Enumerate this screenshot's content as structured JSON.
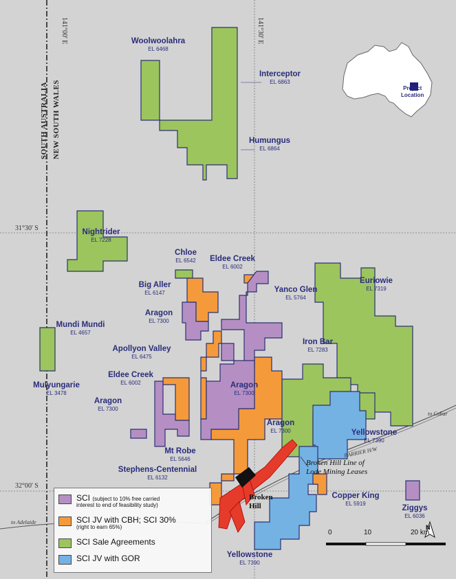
{
  "tenements": {
    "woolwoolahra": {
      "name": "Woolwoolahra",
      "el": "EL 6468"
    },
    "interceptor": {
      "name": "Interceptor",
      "el": "EL 6863"
    },
    "humungus": {
      "name": "Humungus",
      "el": "EL 6864"
    },
    "nightrider": {
      "name": "Nightrider",
      "el": "EL 7228"
    },
    "chloe": {
      "name": "Chloe",
      "el": "EL 6542"
    },
    "eldee_creek_n": {
      "name": "Eldee Creek",
      "el": "EL 6002"
    },
    "big_aller": {
      "name": "Big Aller",
      "el": "EL 6147"
    },
    "yanco_glen": {
      "name": "Yanco Glen",
      "el": "EL 5764"
    },
    "euriowie": {
      "name": "Euriowie",
      "el": "EL 7319"
    },
    "aragon_n": {
      "name": "Aragon",
      "el": "EL 7300"
    },
    "mundi_mundi": {
      "name": "Mundi Mundi",
      "el": "EL 4657"
    },
    "apollyon_valley": {
      "name": "Apollyon Valley",
      "el": "EL 6475"
    },
    "iron_bar": {
      "name": "Iron Bar",
      "el": "EL 7283"
    },
    "mulyungarie": {
      "name": "Mulyungarie",
      "el": "EL 3478"
    },
    "eldee_creek_s": {
      "name": "Eldee Creek",
      "el": "EL 6002"
    },
    "aragon_c": {
      "name": "Aragon",
      "el": "EL 7300"
    },
    "aragon_w": {
      "name": "Aragon",
      "el": "EL 7300"
    },
    "yellowstone_n": {
      "name": "Yellowstone",
      "el": "EL 7390"
    },
    "aragon_s": {
      "name": "Aragon",
      "el": "EL 7300"
    },
    "mt_robe": {
      "name": "Mt Robe",
      "el": "EL 5646"
    },
    "stephens": {
      "name": "Stephens-Centennial",
      "el": "EL 6132"
    },
    "copper_king": {
      "name": "Copper King",
      "el": "EL 5919"
    },
    "ziggys": {
      "name": "Ziggys",
      "el": "EL 6036"
    },
    "yellowstone_s": {
      "name": "Yellowstone",
      "el": "EL 7390"
    }
  },
  "coords": {
    "lon141": "141°00' E",
    "lon141_30": "141°30' E",
    "lat31_30": "31°30' S",
    "lat32": "32°00' S"
  },
  "border": {
    "sa": "SOUTH AUSTRALIA",
    "nsw": "NEW SOUTH WALES"
  },
  "roads": {
    "barrier": "BARRIER H/W",
    "to_cobar": "to Cobar",
    "to_adelaide": "to Adelaide"
  },
  "annotation": {
    "line1": "Broken Hill Line of",
    "line2": "Lode Mining Leases"
  },
  "city": {
    "line1": "Broken",
    "line2": "Hill"
  },
  "inset": {
    "line1": "Project",
    "line2": "Location"
  },
  "legend": [
    {
      "label": "SCI",
      "note": "(subject to 10% free carried",
      "sub": "interest to end of feasibility study)",
      "color": "#b58fc3"
    },
    {
      "label": "SCI JV with CBH; SCI 30%",
      "sub": "(right to earn 65%)",
      "color": "#f59a3a"
    },
    {
      "label": "SCI Sale Agreements",
      "color": "#9cc55d"
    },
    {
      "label": "SCI JV with GOR",
      "color": "#74b2e4"
    }
  ],
  "scale": {
    "s0": "0",
    "s10": "10",
    "s20": "20 km"
  },
  "north": "N",
  "colors": {
    "purple": "#b58fc3",
    "orange": "#f59a3a",
    "green": "#9cc55d",
    "blue": "#74b2e4",
    "outline": "#2b3170",
    "label": "#2a2c7a"
  }
}
